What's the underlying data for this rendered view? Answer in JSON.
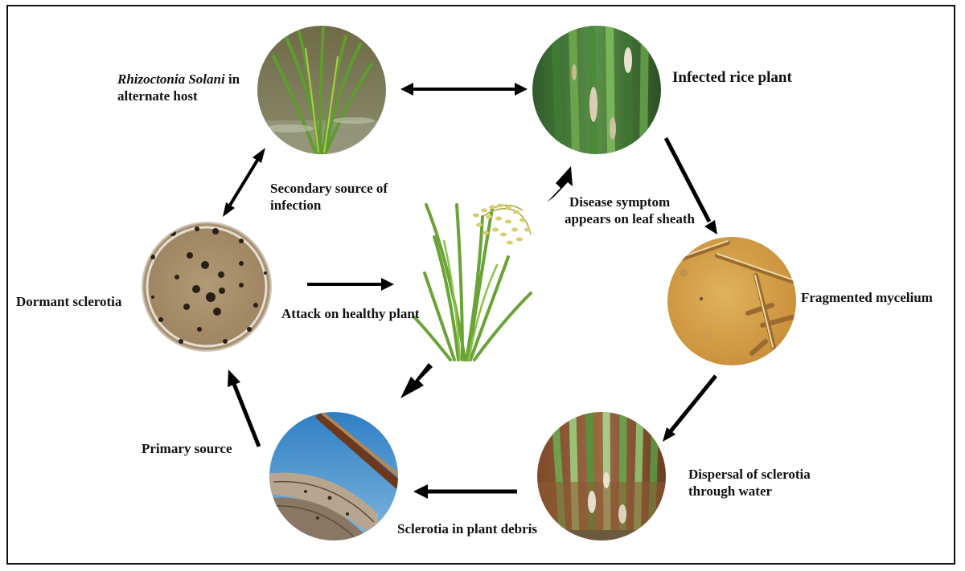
{
  "stages": {
    "alternate_host": {
      "name_italic": "Rhizoctonia Solani",
      "name_rest": " in",
      "line2": "alternate host"
    },
    "infected_plant": "Infected rice plant",
    "fragmented_mycelium": "Fragmented mycelium",
    "dispersal": {
      "line1": "Dispersal of sclerotia",
      "line2": "through water"
    },
    "plant_debris": "Sclerotia in plant debris",
    "dormant_sclerotia": "Dormant sclerotia"
  },
  "transitions": {
    "secondary_source": {
      "line1": "Secondary source of",
      "line2": "infection"
    },
    "disease_symptom": {
      "line1": "Disease symptom",
      "line2": "appears on leaf sheath"
    },
    "attack": "Attack on healthy plant",
    "primary_source": "Primary source"
  },
  "colors": {
    "arrow": "#000000",
    "text": "#111111",
    "rice_leaf": "#6aa336",
    "rice_grain": "#d8cf6c",
    "petri": "#a88f6e",
    "mycelium_bg": "#d7a652",
    "water": "#7c7a5a",
    "sky": "#3c8fcf"
  }
}
